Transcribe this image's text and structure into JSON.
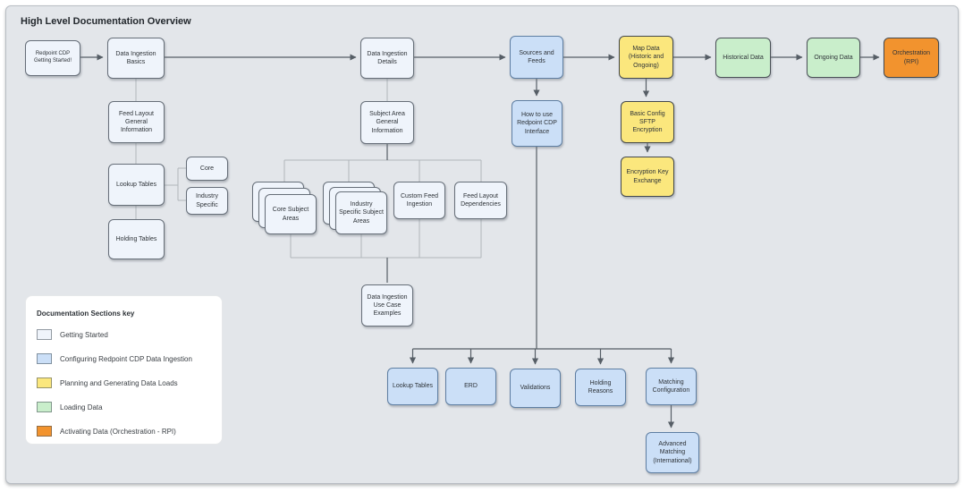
{
  "title": "High Level Documentation Overview",
  "palette": {
    "canvas": "#e3e6ea",
    "getting_started": "#eff4fb",
    "configuring": "#cbdff7",
    "planning": "#fbe77d",
    "loading": "#c9eecb",
    "activating": "#f2932e"
  },
  "nodes": {
    "redpoint_getting_started": {
      "label": "Redpoint CDP Getting Started!"
    },
    "data_ingestion_basics": {
      "label": "Data Ingestion Basics"
    },
    "feed_layout_general_information": {
      "label": "Feed Layout General Information"
    },
    "lookup_tables": {
      "label": "Lookup Tables"
    },
    "core": {
      "label": "Core"
    },
    "industry_specific": {
      "label": "Industry Specific"
    },
    "holding_tables": {
      "label": "Holding Tables"
    },
    "data_ingestion_details": {
      "label": "Data Ingestion Details"
    },
    "subject_area_general_information": {
      "label": "Subject Area General Information"
    },
    "core_subject_areas": {
      "label": "Core Subject Areas"
    },
    "industry_specific_subject_areas": {
      "label": "Industry Specific Subject Areas"
    },
    "custom_feed_ingestion": {
      "label": "Custom Feed Ingestion"
    },
    "feed_layout_dependencies": {
      "label": "Feed Layout Dependencies"
    },
    "data_ingestion_use_case_examples": {
      "label": "Data Ingestion Use Case Examples"
    },
    "sources_and_feeds": {
      "label": "Sources and Feeds"
    },
    "how_to_use_redpoint_cdp_interface": {
      "label": "How to use Redpoint CDP Interface"
    },
    "map_data_historic_and_ongoing": {
      "label": "Map Data (Historic and Ongoing)"
    },
    "basic_config_sftp_encryption": {
      "label": "Basic Config SFTP Encryption"
    },
    "encryption_key_exchange": {
      "label": "Encryption Key Exchange"
    },
    "historical_data": {
      "label": "Historical Data"
    },
    "ongoing_data": {
      "label": "Ongoing Data"
    },
    "orchestration_rpi": {
      "label": "Orchestration (RPI)"
    },
    "lookup_tables_detail": {
      "label": "Lookup Tables"
    },
    "erd": {
      "label": "ERD"
    },
    "validations": {
      "label": "Validations"
    },
    "holding_reasons": {
      "label": "Holding Reasons"
    },
    "matching_configuration": {
      "label": "Matching Configuration"
    },
    "advanced_matching_international": {
      "label": "Advanced Matching (International)"
    }
  },
  "legend": {
    "title": "Documentation Sections key",
    "items": [
      {
        "key": "getting_started",
        "label": "Getting Started"
      },
      {
        "key": "configuring",
        "label": "Configuring Redpoint CDP Data Ingestion"
      },
      {
        "key": "planning",
        "label": "Planning and Generating Data Loads"
      },
      {
        "key": "loading",
        "label": "Loading Data"
      },
      {
        "key": "activating",
        "label": "Activating Data (Orchestration - RPI)"
      }
    ]
  }
}
